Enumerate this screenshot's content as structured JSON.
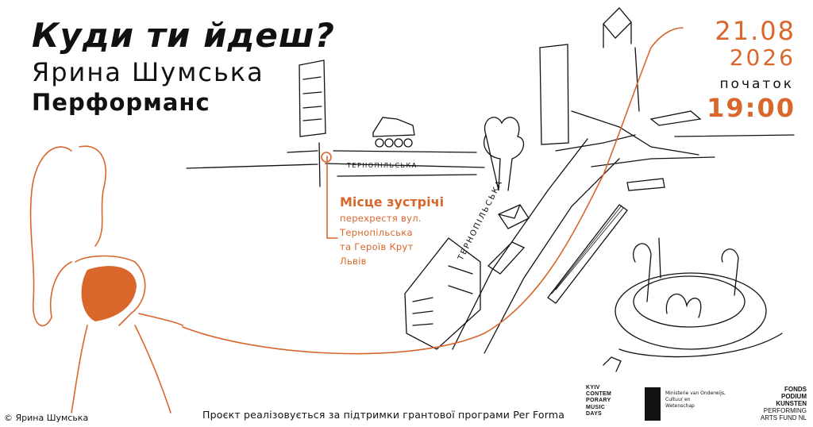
{
  "title": "Куди ти йдеш?",
  "author": "Ярина Шумська",
  "genre": "Перформанс",
  "event": {
    "date": "21.08",
    "year": "2026",
    "start_label": "початок",
    "start_time": "19:00"
  },
  "meeting": {
    "title": "Місце зустрічі",
    "line1": "перехрестя вул.",
    "line2": "Тернопільська",
    "line3": "та Героїв Крут",
    "line4": "Львів"
  },
  "streets": {
    "left": "ТЕРНОПІЛЬСЬКА",
    "diagonal": "ТЕРНОПІЛЬСЬКА"
  },
  "credit": "© Ярина Шумська",
  "support": "Проєкт реалізовується за підтримки грантової програми Per Forma",
  "logos": {
    "kyiv_lines": [
      "KYIV",
      "CONTEM",
      "PORARY",
      "MUSIC",
      "DAYS"
    ],
    "ministry_line1": "Ministerie van Onderwijs, Cultuur en",
    "ministry_line2": "Wetenschap",
    "fonds_lines": [
      "FONDS",
      "PODIUM",
      "KUNSTEN",
      "PERFORMING",
      "ARTS FUND NL"
    ]
  },
  "colors": {
    "accent": "#d9662a",
    "ink": "#111111"
  }
}
